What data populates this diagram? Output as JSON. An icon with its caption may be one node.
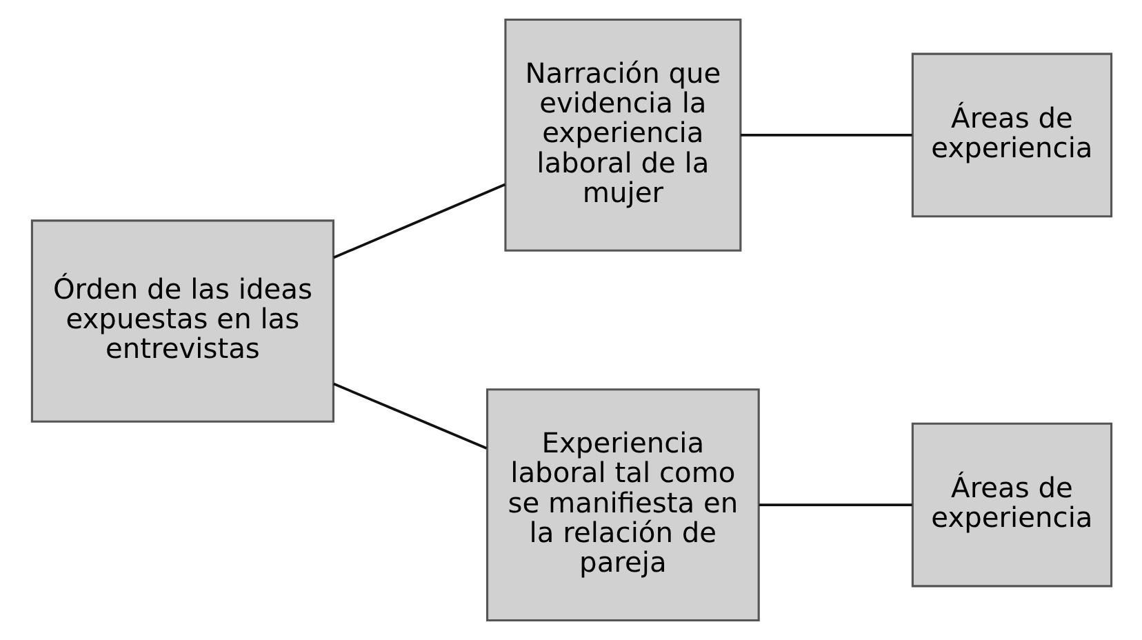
{
  "diagram": {
    "nodes": [
      {
        "text": [
          "Órden de las ideas expuestas en las entrevistas"
        ]
      },
      {
        "text": [
          "Narración que evidencia la experiencia laboral de la mujer"
        ]
      },
      {
        "text": [
          "Áreas de experiencia"
        ]
      },
      {
        "text": [
          "Experiencia laboral tal como se manifiesta en la relación de pareja"
        ]
      },
      {
        "text": [
          "Áreas de experiencia"
        ]
      }
    ],
    "edges": [
      {
        "from": 0,
        "to": 1,
        "arrow": "none"
      },
      {
        "from": 1,
        "to": 2,
        "arrow": "none"
      },
      {
        "from": 0,
        "to": 3,
        "arrow": "none"
      },
      {
        "from": 3,
        "to": 4,
        "arrow": "none"
      }
    ]
  }
}
